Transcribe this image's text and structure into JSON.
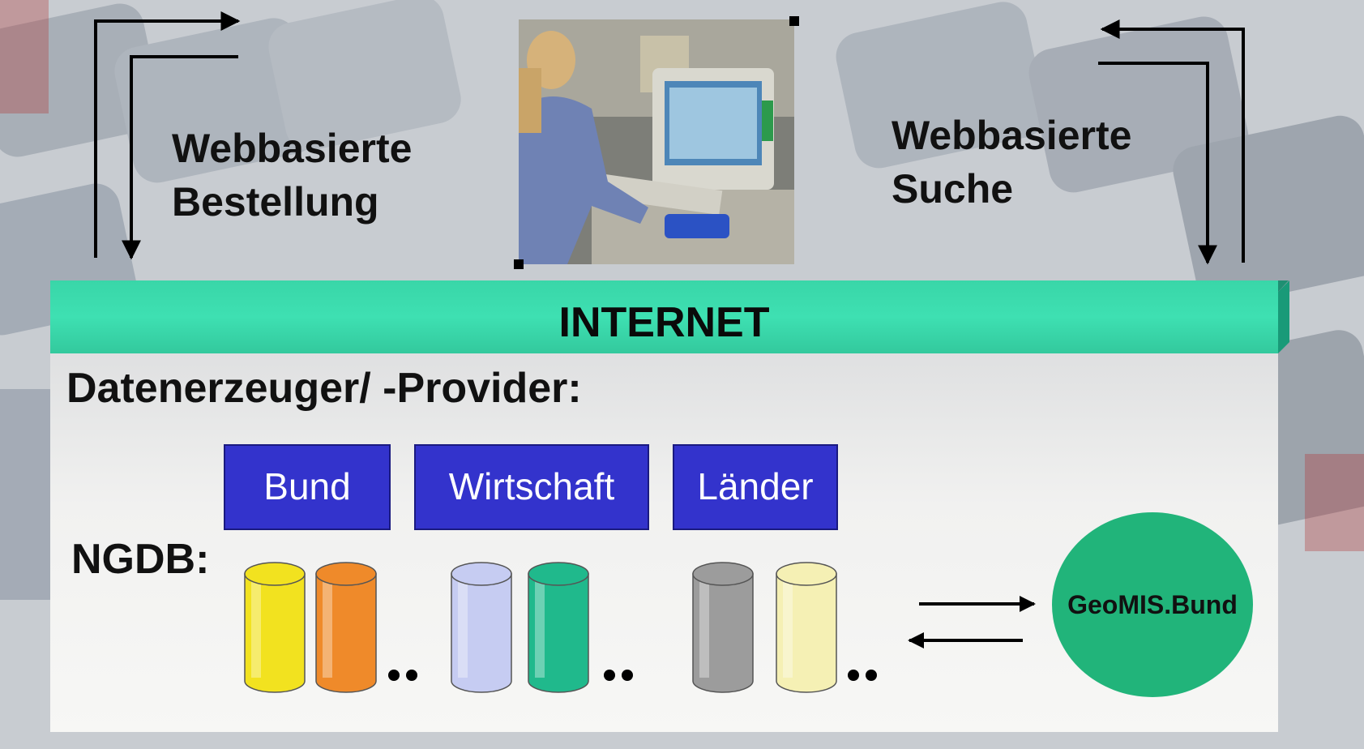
{
  "order_label": {
    "line1": "Webbasierte",
    "line2": "Bestellung"
  },
  "search_label": {
    "line1": "Webbasierte",
    "line2": "Suche"
  },
  "internet_label": "INTERNET",
  "provider_heading": "Datenerzeuger/ -Provider:",
  "providers": [
    "Bund",
    "Wirtschaft",
    "Länder"
  ],
  "ngdb_label": "NGDB:",
  "geomis_label": "GeoMIS.Bund",
  "database_colors": [
    "#f2e21f",
    "#ef8a2a",
    "#c6ccf2",
    "#20b98c",
    "#9c9c9c",
    "#f5f0b4"
  ],
  "colors": {
    "internet_bar": "#3ee0b2",
    "provider_box": "#3333cc",
    "geomis_circle": "#21b47a"
  },
  "icons": [
    "photo-user-at-computer",
    "arrow-icon",
    "database-icon",
    "ellipsis-dots-icon"
  ]
}
